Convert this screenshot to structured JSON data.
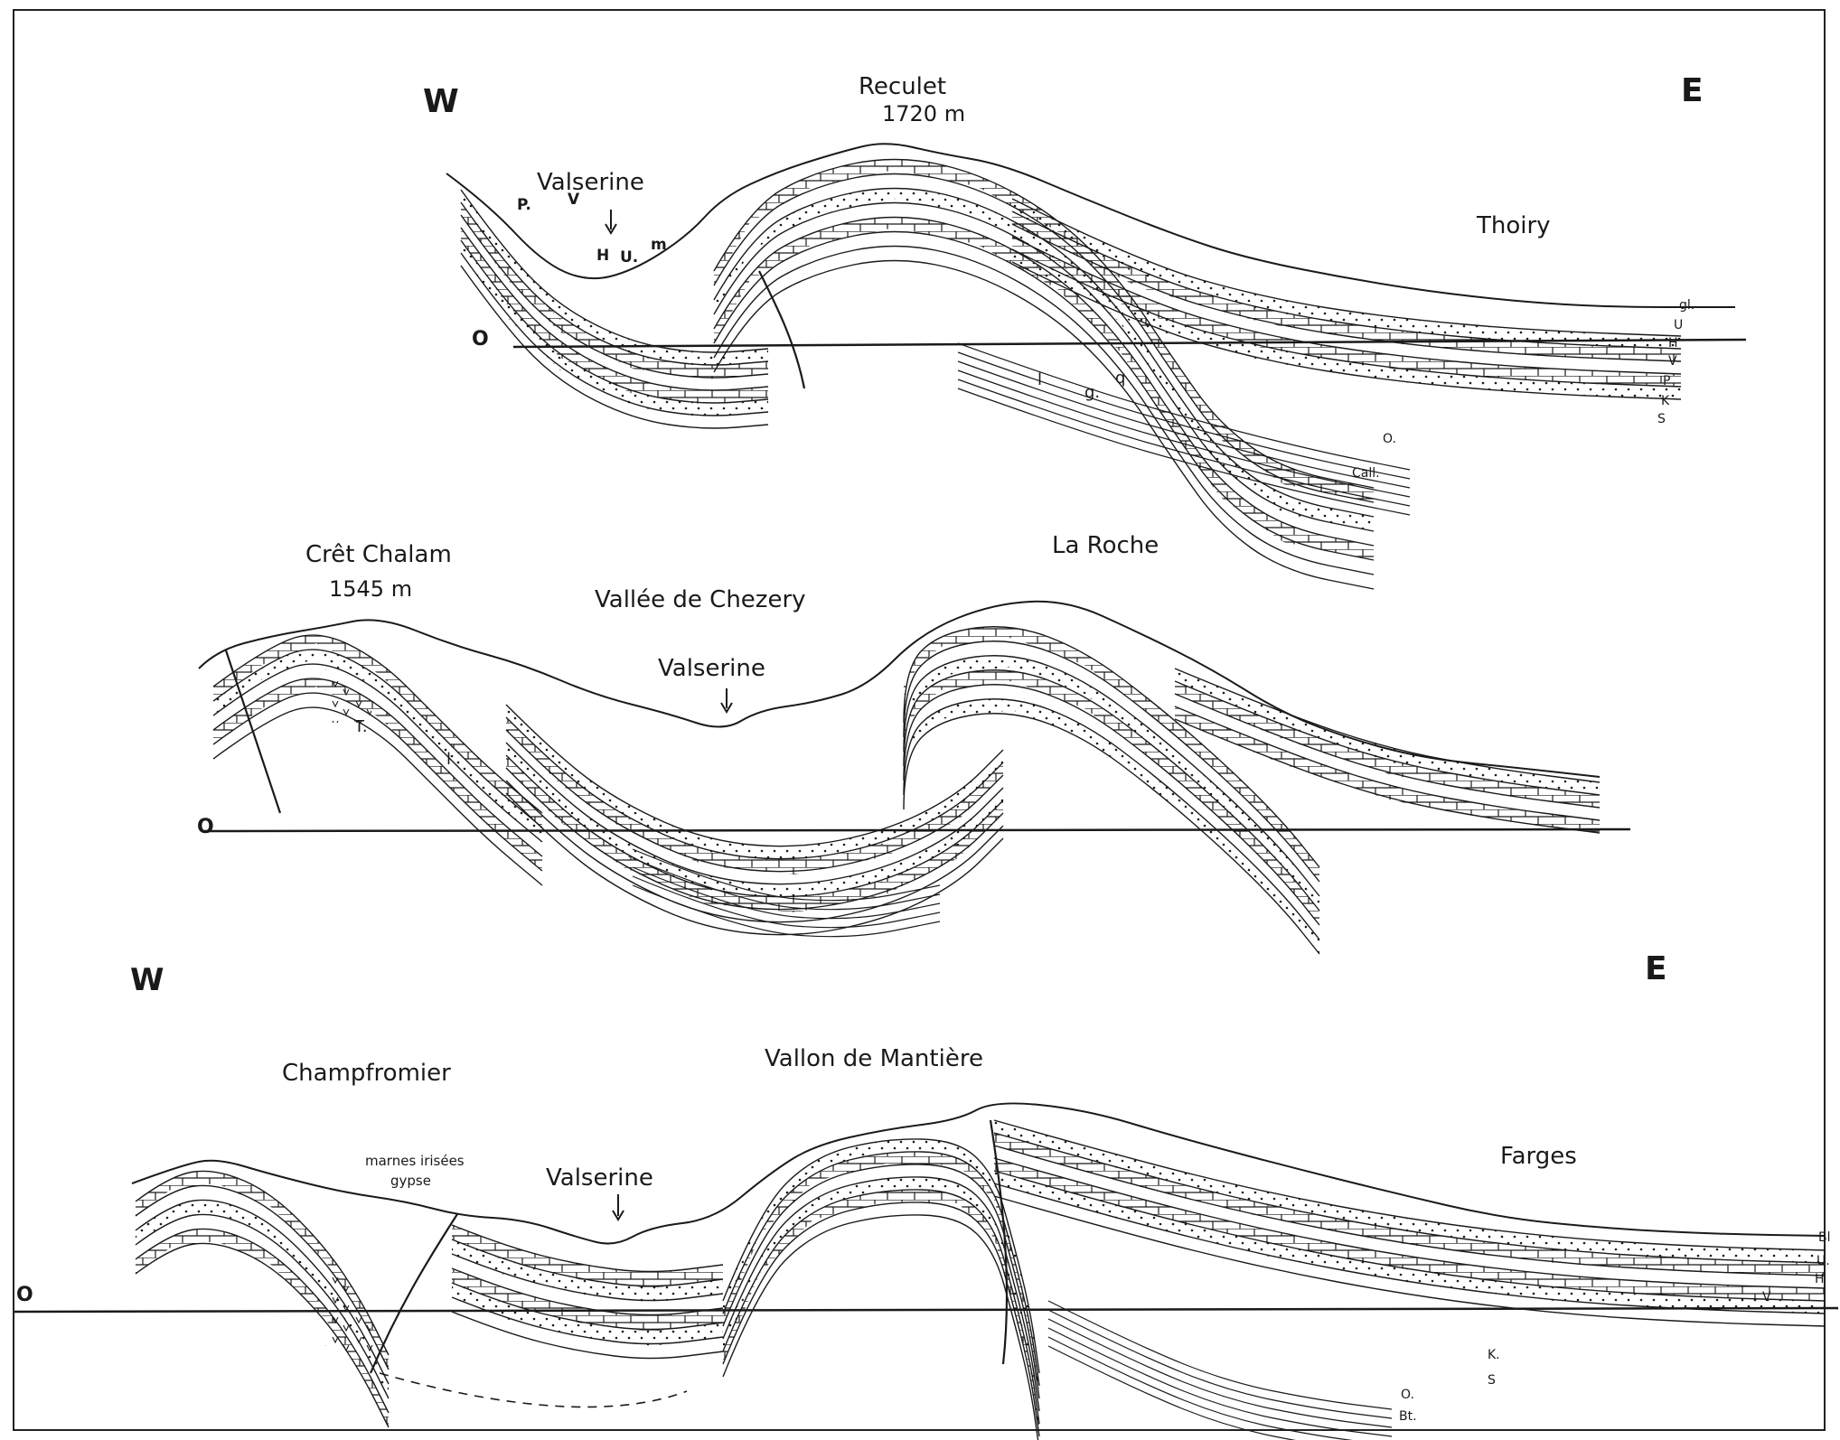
{
  "sections": [
    {
      "id": "top",
      "orientation": {
        "west": "W",
        "east": "E"
      },
      "datum": "O",
      "labels": {
        "peak_name": "Reculet",
        "peak_elev": "1720 m",
        "valley": "Valserine",
        "town": "Thoiry"
      },
      "strata_west": [
        "P.",
        "V",
        "H",
        "U.",
        "m"
      ],
      "strata_east": [
        "gl.",
        "U",
        "H",
        "V",
        "P",
        "K",
        "S",
        "O.",
        "Call."
      ],
      "inner_marks": [
        "l",
        "g.",
        "q"
      ]
    },
    {
      "id": "middle",
      "datum": "O",
      "labels": {
        "peak_name": "Crêt Chalam",
        "peak_elev": "1545 m",
        "valley": "Vallée de Chezery",
        "river": "Valserine",
        "locality": "La Roche",
        "core": "T."
      },
      "inner_marks": [
        "l"
      ]
    },
    {
      "id": "bottom",
      "orientation": {
        "west": "W",
        "east": "E"
      },
      "datum": "O",
      "labels": {
        "west_place": "Champfromier",
        "valley": "Vallon de Mantière",
        "river": "Valserine",
        "evaporites": "marnes irisées",
        "evaporites2": "gypse",
        "town": "Farges"
      },
      "strata_east": [
        "Bl",
        "U.",
        "H",
        "V",
        "K.",
        "S",
        "O.",
        "Bt."
      ]
    }
  ],
  "colors": {
    "ink": "#1a1a1a",
    "paper": "#ffffff"
  }
}
